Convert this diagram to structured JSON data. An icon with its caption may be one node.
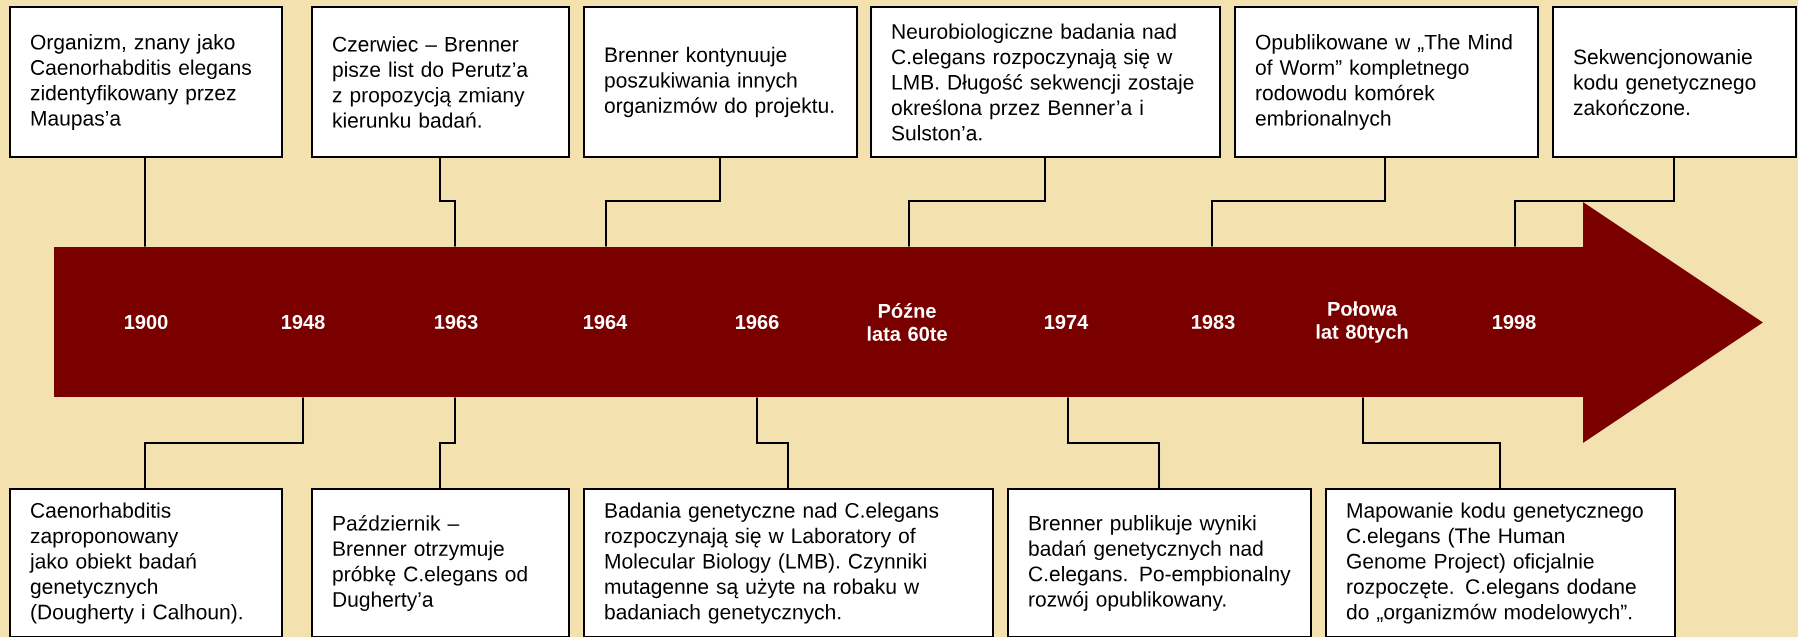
{
  "diagram": {
    "nodes": [
      {
        "text": [
          "Organizm, znany jako Caenorhabditis elegans zidentyfikowany przez Maupas’a"
        ]
      },
      {
        "text": [
          "Czerwiec – Brenner pisze list do Perutz’a z propozycją zmiany kierunku badań."
        ]
      },
      {
        "text": [
          "Brenner kontynuuje poszukiwania innych organizmów do projektu."
        ]
      },
      {
        "text": [
          "Neurobiologiczne badania nad C.elegans rozpoczynają się w LMB. Długość sekwencji zostaje określona przez Benner’a i Sulston’a."
        ]
      },
      {
        "text": [
          "Opublikowane w „The Mind of Worm” kompletnego rodowodu komórek embrionalnych"
        ]
      },
      {
        "text": [
          "Sekwencjonowanie kodu genetycznego zakończone."
        ]
      },
      {
        "text": [],
        "shape": "arrow"
      },
      {
        "text": [
          "1900"
        ],
        "in": 6
      },
      {
        "text": [
          "1948"
        ],
        "in": 6
      },
      {
        "text": [
          "1963"
        ],
        "in": 6
      },
      {
        "text": [
          "1964"
        ],
        "in": 6
      },
      {
        "text": [
          "1966"
        ],
        "in": 6
      },
      {
        "text": [
          "Późne lata 60te"
        ],
        "in": 6
      },
      {
        "text": [
          "1974"
        ],
        "in": 6
      },
      {
        "text": [
          "1983"
        ],
        "in": 6
      },
      {
        "text": [
          "Połowa lat 80tych"
        ],
        "in": 6
      },
      {
        "text": [
          "1998"
        ],
        "in": 6
      },
      {
        "text": [
          "Caenorhabditis zaproponowany jako obiekt badań genetycznych (Dougherty i Calhoun)."
        ]
      },
      {
        "text": [
          "Październik – Brenner otrzymuje próbkę C.elegans od Dugherty’a"
        ]
      },
      {
        "text": [
          "Badania genetyczne nad C.elegans rozpoczynają się w Laboratory of Molecular Biology (LMB). Czynniki mutagenne są użyte na robaku w badaniach genetycznych."
        ]
      },
      {
        "text": [
          "Brenner publikuje wyniki badań genetycznych nad C.elegans. Po-empbionalny rozwój opublikowany."
        ]
      },
      {
        "text": [
          "Mapowanie kodu genetycznego C.elegans (The Human Genome Project) oficjalnie rozpoczęte. C.elegans dodane do „organizmów modelowych”."
        ]
      }
    ],
    "edges": [
      {
        "from": 0,
        "to": 7,
        "arrow": "none"
      },
      {
        "from": 1,
        "to": 9,
        "arrow": "none"
      },
      {
        "from": 2,
        "to": 10,
        "arrow": "none"
      },
      {
        "from": 3,
        "to": 12,
        "arrow": "none"
      },
      {
        "from": 4,
        "to": 14,
        "arrow": "none"
      },
      {
        "from": 5,
        "to": 16,
        "arrow": "none"
      },
      {
        "from": 17,
        "to": 8,
        "arrow": "none"
      },
      {
        "from": 18,
        "to": 9,
        "arrow": "none"
      },
      {
        "from": 19,
        "to": 11,
        "arrow": "none"
      },
      {
        "from": 20,
        "to": 13,
        "arrow": "none"
      },
      {
        "from": 21,
        "to": 15,
        "arrow": "none"
      }
    ]
  }
}
